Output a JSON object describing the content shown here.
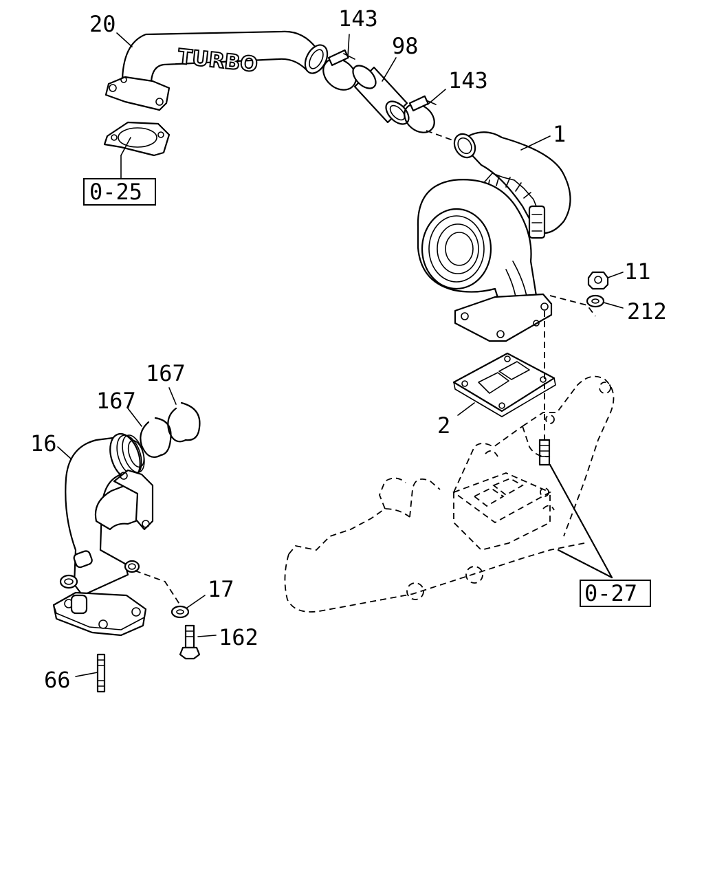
{
  "diagram": {
    "logo_text": "TURBO",
    "callouts": [
      {
        "id": "c20",
        "label": "20"
      },
      {
        "id": "c143a",
        "label": "143"
      },
      {
        "id": "c98",
        "label": "98"
      },
      {
        "id": "c143b",
        "label": "143"
      },
      {
        "id": "c1",
        "label": "1"
      },
      {
        "id": "c11",
        "label": "11"
      },
      {
        "id": "c212",
        "label": "212"
      },
      {
        "id": "c2",
        "label": "2"
      },
      {
        "id": "c167a",
        "label": "167"
      },
      {
        "id": "c167b",
        "label": "167"
      },
      {
        "id": "c16",
        "label": "16"
      },
      {
        "id": "c17",
        "label": "17"
      },
      {
        "id": "c162",
        "label": "162"
      },
      {
        "id": "c66",
        "label": "66"
      }
    ],
    "references": [
      {
        "id": "r025",
        "label": "0-25"
      },
      {
        "id": "r027",
        "label": "0-27"
      }
    ]
  }
}
